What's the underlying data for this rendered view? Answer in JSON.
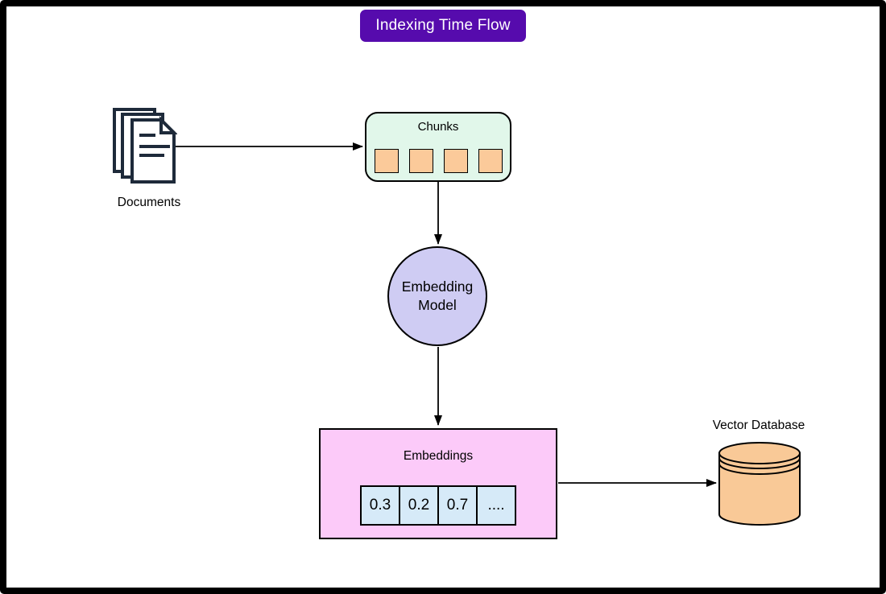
{
  "title": {
    "text": "Indexing Time Flow"
  },
  "nodes": {
    "documents": {
      "label": "Documents"
    },
    "chunks": {
      "label": "Chunks",
      "square_count": 4
    },
    "embedding_model": {
      "label": "Embedding Model"
    },
    "embeddings": {
      "label": "Embeddings",
      "values": [
        "0.3",
        "0.2",
        "0.7",
        "...."
      ]
    },
    "vector_database": {
      "label": "Vector Database"
    }
  },
  "colors": {
    "title_bg": "#560bad",
    "title_fg": "#ffffff",
    "chunks_fill": "#e1f7ea",
    "chunk_square_fill": "#fbca9a",
    "circle_fill": "#cfccf3",
    "embeddings_fill": "#fccaf9",
    "cell_fill": "#d6eaf8",
    "cylinder_fill": "#f9c997",
    "outline": "#000000",
    "doc_icon_stroke": "#1e2a3a"
  }
}
